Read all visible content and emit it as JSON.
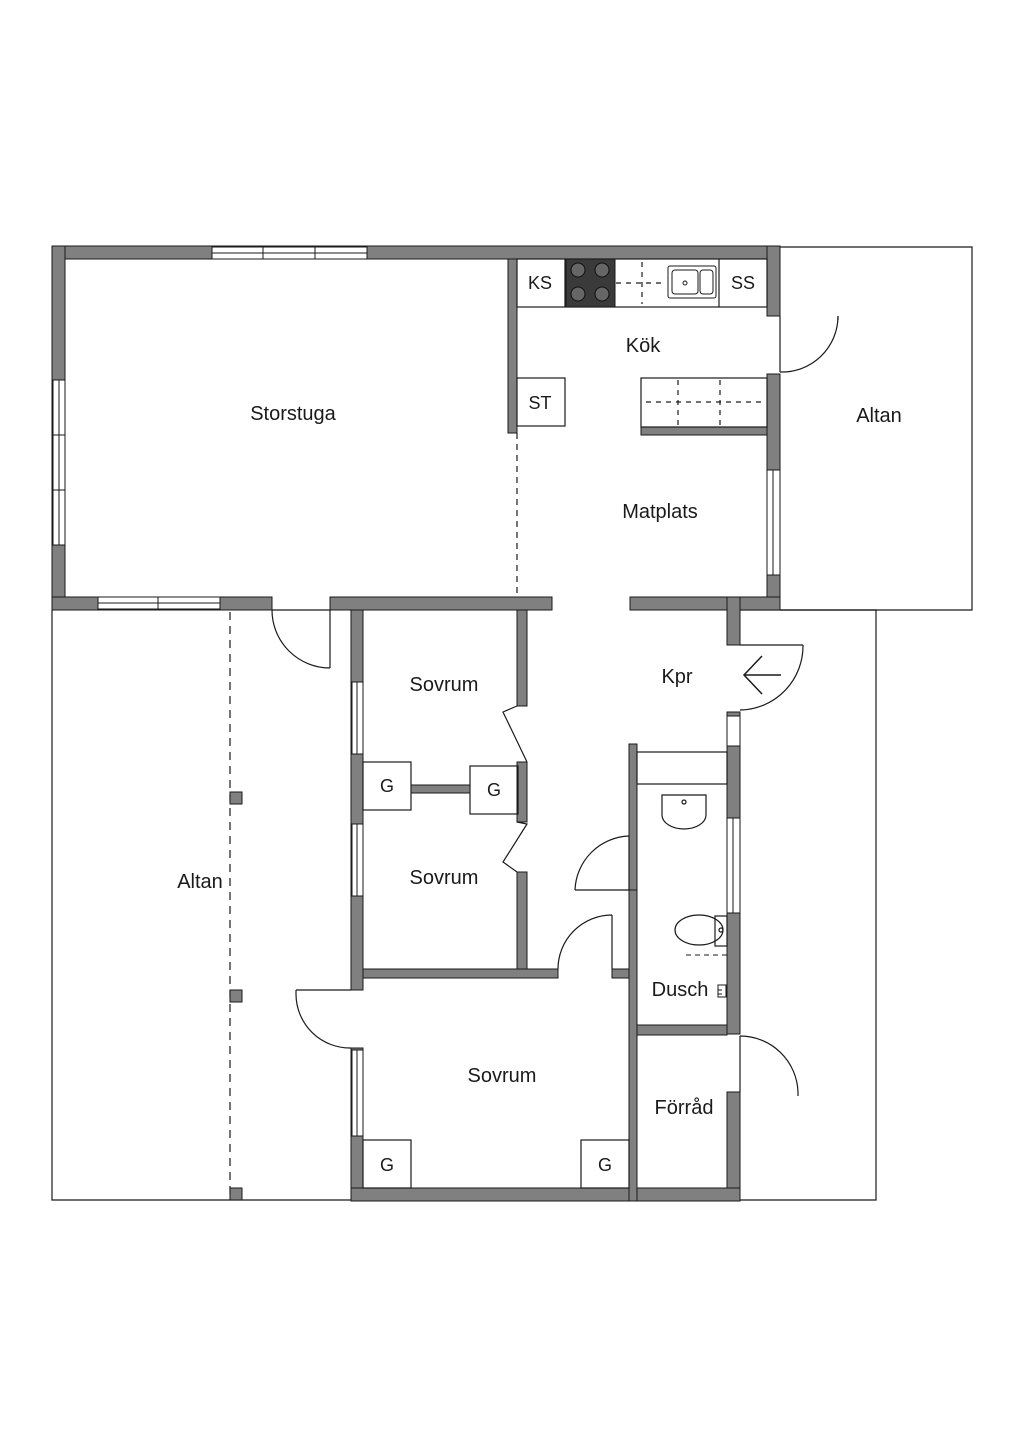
{
  "rooms": {
    "storstuga": "Storstuga",
    "kok": "Kök",
    "matplats": "Matplats",
    "altan_east": "Altan",
    "altan_west": "Altan",
    "kpr": "Kpr",
    "sovrum_1": "Sovrum",
    "sovrum_2": "Sovrum",
    "sovrum_3": "Sovrum",
    "dusch": "Dusch",
    "forrad": "Förråd"
  },
  "fixtures": {
    "kyl_sval": "KS",
    "stove": "",
    "sink": "",
    "skap_ss": "SS",
    "stad": "ST",
    "garderob_1": "G",
    "garderob_2": "G",
    "garderob_3": "G",
    "garderob_4": "G"
  },
  "colors": {
    "wall": "#808080",
    "line": "#1a1a1a",
    "background": "#ffffff"
  }
}
